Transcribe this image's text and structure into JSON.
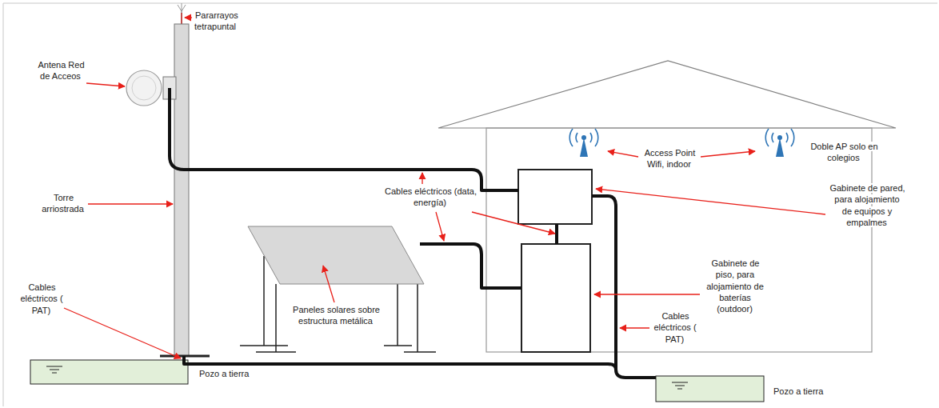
{
  "diagram": {
    "labels": [
      "Pararrayos tetrapuntal",
      "Antena Red de Acceos",
      "Access Point Wifi, indoor",
      "Doble AP solo en colegios",
      "Torre arriostrada",
      "Gabinete de pared, para alojamiento de equipos y empalmes",
      "Cables eléctricos (data, energía)",
      "Gabinete de piso, para alojamiento de baterías (outdoor)",
      "Cables eléctricos ( PAT)",
      "Paneles solares sobre estructura metálica",
      "Cables eléctricos ( PAT)",
      "Pozo a tierra",
      "Pozo a tierra"
    ]
  }
}
